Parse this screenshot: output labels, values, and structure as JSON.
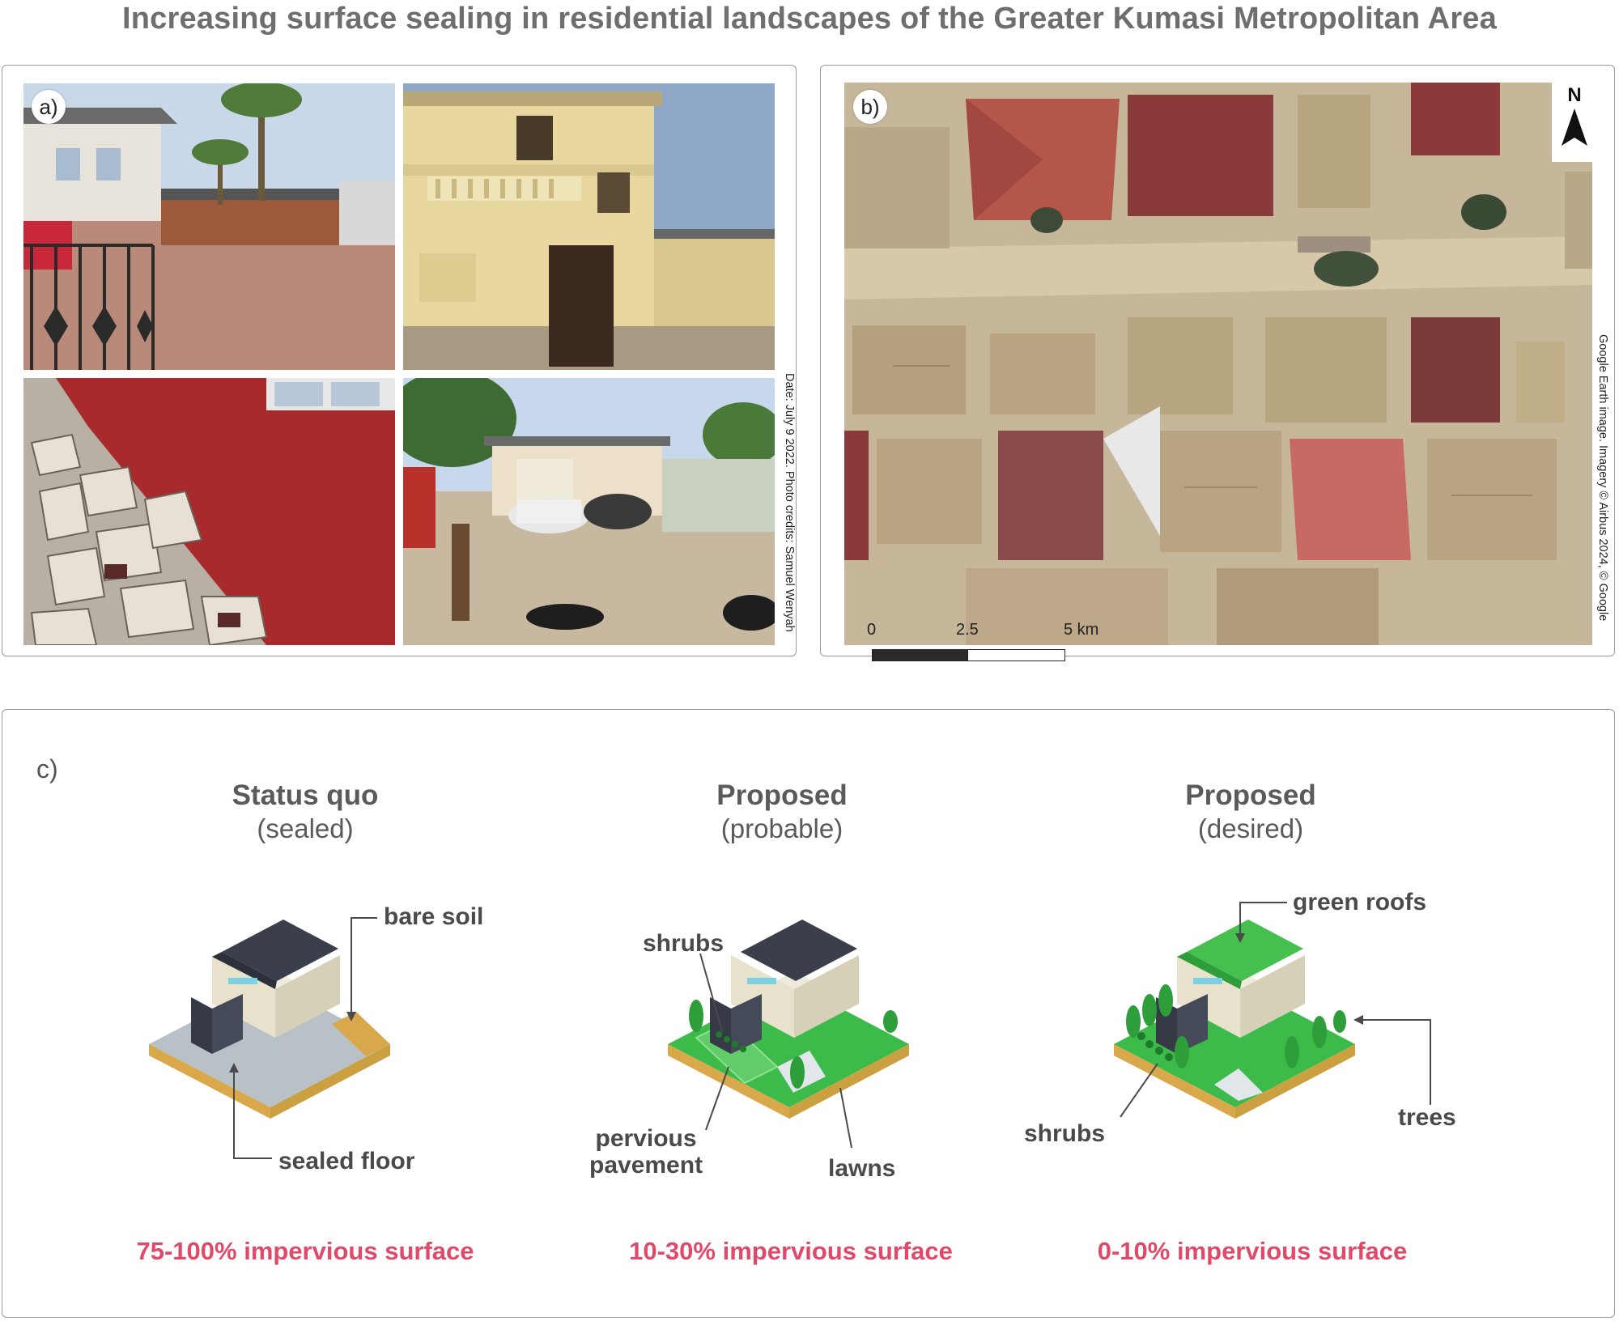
{
  "title": "Increasing surface sealing in residential landscapes of the Greater Kumasi Metropolitan Area",
  "panel_a": {
    "label": "a)",
    "credit": "Date: July 9 2022. Photo credits: Samuel Wenyah",
    "photos": [
      "photo-1",
      "photo-2",
      "photo-3",
      "photo-4"
    ]
  },
  "panel_b": {
    "label": "b)",
    "north": "N",
    "scale": {
      "ticks": [
        "0",
        "2.5",
        "5 km"
      ]
    },
    "credit": "Google Earth image. Imagery © Airbus 2024, © Google"
  },
  "panel_c": {
    "label": "c)",
    "scenarios": [
      {
        "title": "Status quo",
        "subtitle": "(sealed)",
        "callouts": [
          "bare soil",
          "sealed floor"
        ],
        "impervious": "75-100% impervious surface"
      },
      {
        "title": "Proposed",
        "subtitle": "(probable)",
        "callouts": [
          "shrubs",
          "pervious\npavement",
          "lawns"
        ],
        "impervious": "10-30% impervious surface"
      },
      {
        "title": "Proposed",
        "subtitle": "(desired)",
        "callouts": [
          "green roofs",
          "shrubs",
          "trees"
        ],
        "impervious": "0-10% impervious surface"
      }
    ]
  },
  "colors": {
    "accent_pink": "#e04a6a",
    "lawn_green": "#3dbb4a",
    "sealed_grey": "#b8c1c8",
    "soil": "#d9a84a",
    "roof_dark": "#3a3f4b"
  }
}
